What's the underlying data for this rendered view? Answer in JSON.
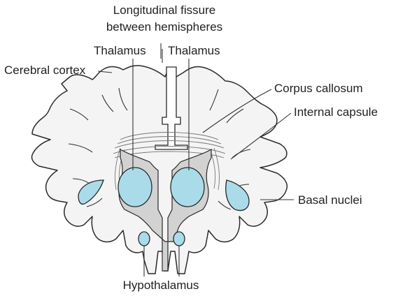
{
  "labels": {
    "fissure_line1": "Longitudinal fissure",
    "fissure_line2": "between hemispheres",
    "thalamus_left": "Thalamus",
    "thalamus_right": "Thalamus",
    "cerebral_cortex": "Cerebral cortex",
    "corpus_callosum": "Corpus callosum",
    "internal_capsule": "Internal capsule",
    "basal_nuclei": "Basal nuclei",
    "hypothalamus": "Hypothalamus"
  },
  "colors": {
    "highlight": "#a9dce8",
    "tissue": "#f4f4f4",
    "ventricle": "#d2d2d2",
    "outline": "#2a2a2a"
  }
}
